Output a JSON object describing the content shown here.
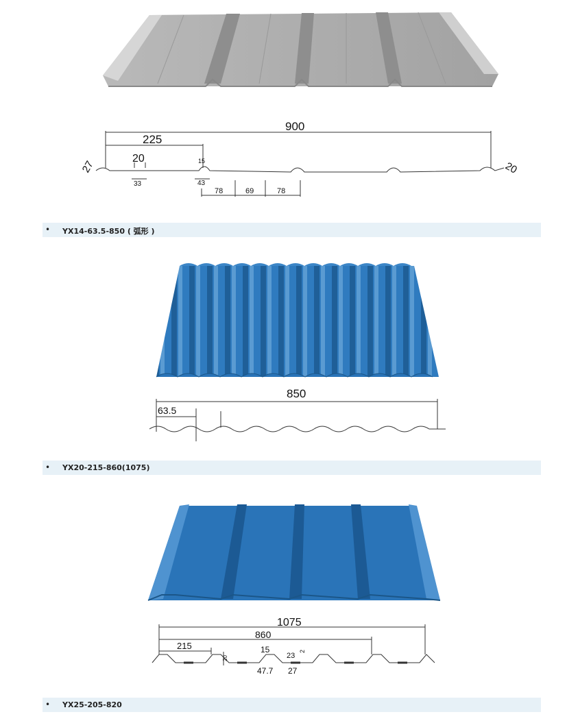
{
  "sections": [
    {
      "label": "YX14-63.5-850 ( 弧形 )"
    },
    {
      "label": "YX20-215-860(1075)"
    },
    {
      "label": "YX25-205-820"
    }
  ],
  "bullet": "•",
  "drawing1": {
    "total": "900",
    "pitch": "225",
    "top_w": "20",
    "rib_h": "15",
    "bottom_w": "33",
    "rib_w": "43",
    "seg_a": "78",
    "seg_b": "69",
    "seg_c": "78",
    "side_l": "27",
    "side_r": "20"
  },
  "drawing2": {
    "total": "850",
    "pitch": "63.5"
  },
  "drawing3": {
    "total": "1075",
    "effective": "860",
    "pitch": "215",
    "rib_top": "15",
    "height": "20",
    "small_rib": "23",
    "small_h": "2",
    "bottom": "47.7",
    "bottom2": "27"
  },
  "colors": {
    "header_bg": "#e7f1f7",
    "gray_panel": "#a9a9a9",
    "blue_panel": "#2a74b8"
  }
}
